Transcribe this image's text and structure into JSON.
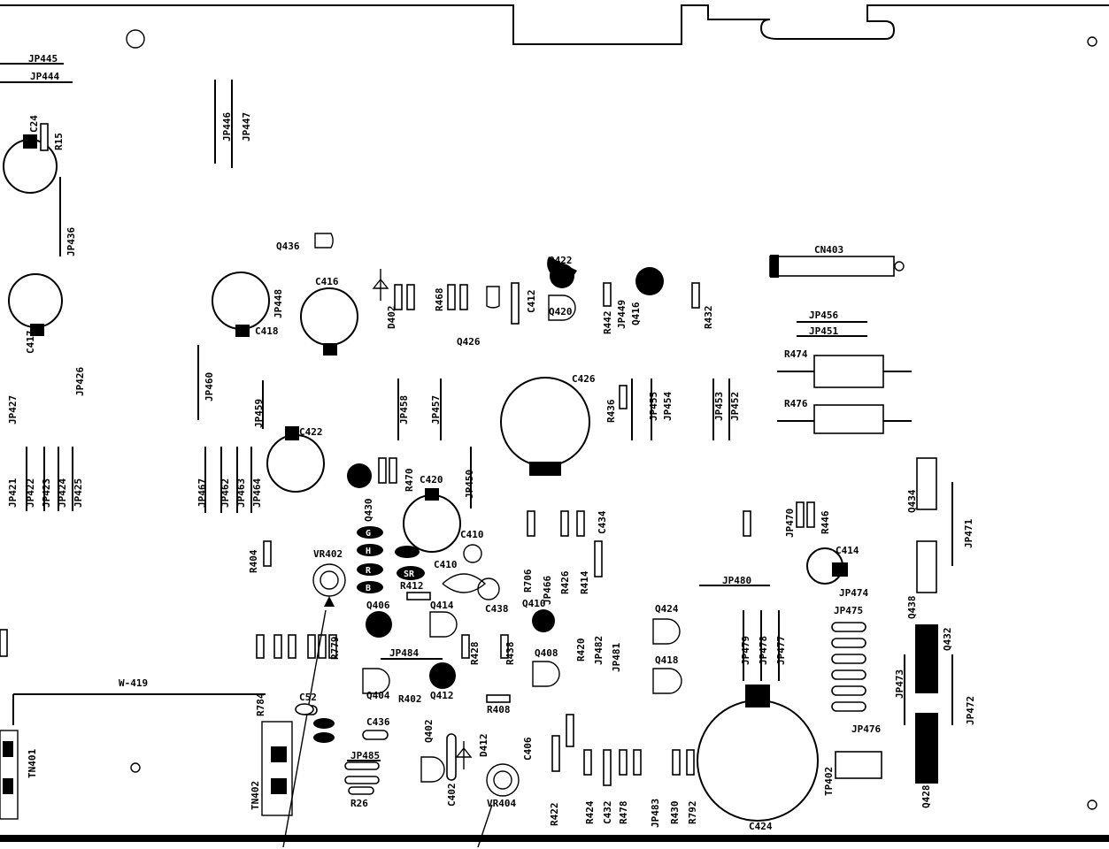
{
  "labels": {
    "jp445": "JP445",
    "jp444": "JP444",
    "c24": "C24",
    "r15": "R15",
    "jp446": "JP446",
    "jp447": "JP447",
    "jp436": "JP436",
    "q436": "Q436",
    "c416": "C416",
    "d402": "D402",
    "r468": "R468",
    "q422": "Q422",
    "q420": "Q420",
    "q426": "Q426",
    "c412": "C412",
    "r442": "R442",
    "jp449": "JP449",
    "q416": "Q416",
    "r432": "R432",
    "cn403": "CN403",
    "jp456": "JP456",
    "jp451": "JP451",
    "r474": "R474",
    "r476": "R476",
    "c426": "C426",
    "r436": "R436",
    "jp455": "JP455",
    "jp454": "JP454",
    "jp453": "JP453",
    "jp452": "JP452",
    "c418": "C418",
    "jp448": "JP448",
    "c417": "C417",
    "jp426": "JP426",
    "jp427": "JP427",
    "jp460": "JP460",
    "jp459": "JP459",
    "jp458": "JP458",
    "jp457": "JP457",
    "c422": "C422",
    "r470": "R470",
    "c420": "C420",
    "jp450": "JP450",
    "q430": "Q430",
    "vr402": "VR402",
    "c410a": "C410",
    "c410b": "C410",
    "c438": "C438",
    "r412": "R412",
    "jp421": "JP421",
    "jp422": "JP422",
    "jp423": "JP423",
    "jp424": "JP424",
    "jp425": "JP425",
    "jp467": "JP467",
    "jp462": "JP462",
    "jp463": "JP463",
    "jp464": "JP464",
    "r404": "R404",
    "c414": "C414",
    "jp474": "JP474",
    "jp475": "JP475",
    "q434": "Q434",
    "jp471": "JP471",
    "q438": "Q438",
    "q432": "Q432",
    "jp473": "JP473",
    "jp472": "JP472",
    "q428": "Q428",
    "tp402": "TP402",
    "jp476": "JP476",
    "c424": "C424",
    "jp480": "JP480",
    "jp479": "JP479",
    "jp478": "JP478",
    "jp477": "JP477",
    "q406": "Q406",
    "q414": "Q414",
    "q410": "Q410",
    "q424": "Q424",
    "q418": "Q418",
    "q408": "Q408",
    "q404": "Q404",
    "q412": "Q412",
    "jp484": "JP484",
    "r402": "R402",
    "r408": "R408",
    "c52": "C52",
    "c436": "C436",
    "q402": "Q402",
    "jp485": "JP485",
    "r26": "R26",
    "c402": "C402",
    "d412": "D412",
    "vr404": "VR404",
    "tn401": "TN401",
    "tn402": "TN402",
    "r784": "R784",
    "w419": "W-419",
    "r422": "R422",
    "c406": "C406",
    "r424": "R424",
    "c432": "C432",
    "r478": "R478",
    "jp483": "JP483",
    "r430": "R430",
    "r792": "R792",
    "jp482": "JP482",
    "jp481": "JP481",
    "r420": "R420",
    "r426": "R426",
    "r414": "R414",
    "c434": "C434",
    "jp466": "JP466",
    "r706": "R706",
    "jp470": "JP470",
    "r446": "R446",
    "r779": "R779",
    "r428": "R428",
    "r438": "R438",
    "sr": "SR",
    "b": "B",
    "r": "R",
    "g": "G",
    "h": "H"
  }
}
